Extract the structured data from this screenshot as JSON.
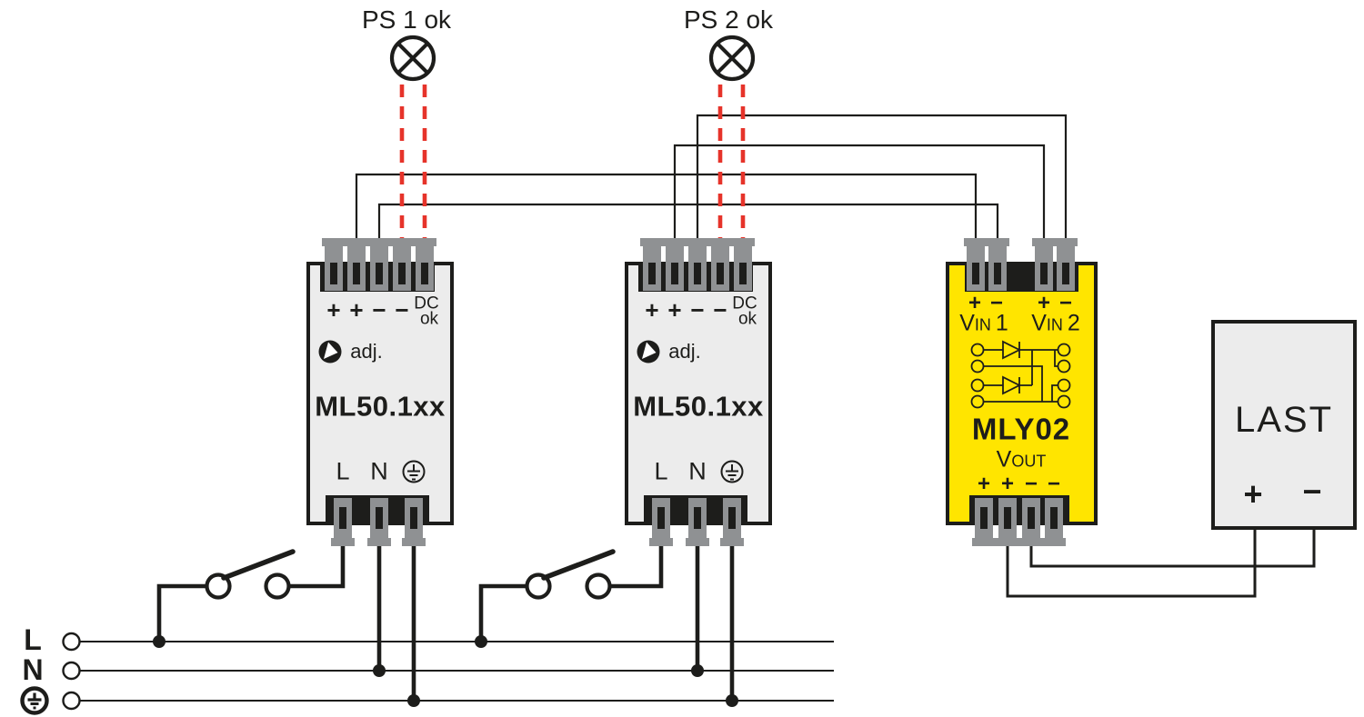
{
  "diagram": {
    "lamps": [
      {
        "label": "PS 1 ok"
      },
      {
        "label": "PS 2 ok"
      }
    ],
    "power_supplies": [
      {
        "model": "ML50.1xx",
        "adjust_label": "adj.",
        "output_terminal_labels": [
          "+",
          "+",
          "−",
          "−"
        ],
        "dc_ok_label": {
          "line1": "DC",
          "line2": "ok"
        },
        "ac_terminal_labels": {
          "line": "L",
          "neutral": "N"
        }
      },
      {
        "model": "ML50.1xx",
        "adjust_label": "adj.",
        "output_terminal_labels": [
          "+",
          "+",
          "−",
          "−"
        ],
        "dc_ok_label": {
          "line1": "DC",
          "line2": "ok"
        },
        "ac_terminal_labels": {
          "line": "L",
          "neutral": "N"
        }
      }
    ],
    "redundancy_module": {
      "model": "MLY02",
      "input_terminal_labels": [
        "+",
        "−",
        "+",
        "−"
      ],
      "vin1": {
        "prefix": "V",
        "small_caps": "IN",
        "number": "1"
      },
      "vin2": {
        "prefix": "V",
        "small_caps": "IN",
        "number": "2"
      },
      "vout": {
        "prefix": "V",
        "small_caps": "OUT"
      },
      "output_terminal_labels": [
        "+",
        "+",
        "−",
        "−"
      ]
    },
    "load": {
      "label": "LAST",
      "plus_label": "+",
      "minus_label": "−"
    },
    "mains": {
      "line_label": "L",
      "neutral_label": "N"
    },
    "colors": {
      "ink": "#1d1d1b",
      "signal_red": "#e6332a",
      "module_yellow": "#ffe500",
      "module_gray": "#ececec",
      "terminal_gray": "#8f9193"
    }
  }
}
